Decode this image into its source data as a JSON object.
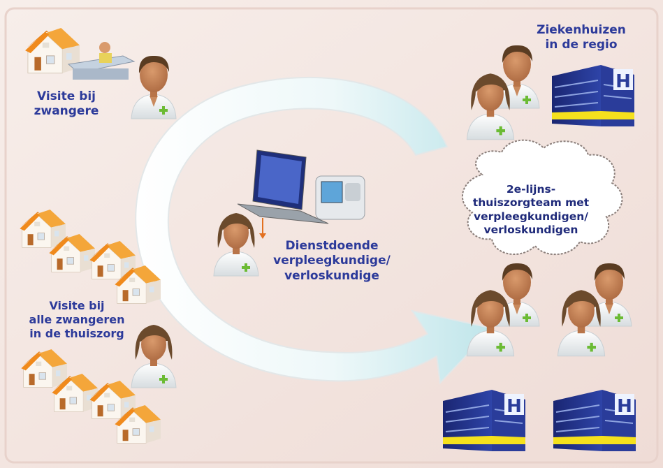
{
  "labels": {
    "visit_pregnant": [
      "Visite bij",
      "zwangere"
    ],
    "visit_all": [
      "Visite bij",
      "alle zwangeren",
      "in de thuiszorg"
    ],
    "on_duty": [
      "Dienstdoende",
      "verpleegkundige/",
      "verloskundige"
    ],
    "hospitals": [
      "Ziekenhuizen",
      "in de regio"
    ],
    "team": [
      "2e-lijns-",
      "thuiszorgteam met",
      "verpleegkundigen/",
      "verloskundigen"
    ]
  },
  "colors": {
    "background": "#f3e7e2",
    "label_text": "#2c3a9a",
    "house_roof": "#f2951f",
    "hospital_blue": "#1c2b80",
    "hospital_stripe": "#f5e11d",
    "cross_green": "#6bbb34",
    "arrow_fill": "#d6eff2"
  },
  "icons": [
    "house-icon",
    "doctor-icon",
    "hospital-icon",
    "laptop-icon",
    "monitor-device-icon",
    "cloud-shape",
    "cycle-arrow"
  ]
}
